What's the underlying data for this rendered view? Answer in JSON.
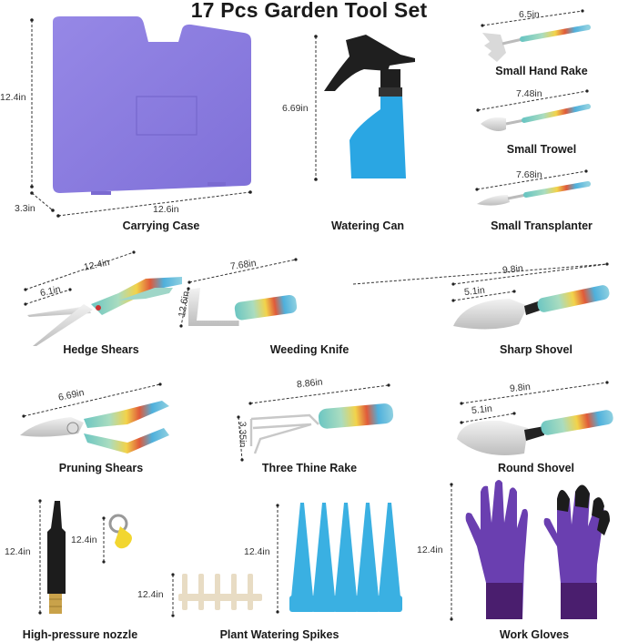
{
  "title": "17 Pcs Garden Tool Set",
  "colors": {
    "case_purple": "#8d7ee0",
    "bottle_blue": "#2aa6e3",
    "spike_blue": "#3ab0e2",
    "glove_purple": "#6a3fb0",
    "glove_cuff": "#4a1e6e",
    "metal": "#d8d8d8",
    "handle_teal": "#6cc6c2",
    "handle_yellow": "#f2d34a",
    "handle_red": "#e05a3a",
    "nozzle_black": "#1c1c1c",
    "brass": "#c9a24a",
    "connector_cream": "#e8dcc4",
    "key_yellow": "#f2d630"
  },
  "items": [
    {
      "name": "Carrying Case",
      "dims": [
        "12.4in",
        "3.3in",
        "12.6in"
      ]
    },
    {
      "name": "Watering Can",
      "dims": [
        "6.69in"
      ]
    },
    {
      "name": "Small Hand Rake",
      "dims": [
        "6.5in"
      ]
    },
    {
      "name": "Small Trowel",
      "dims": [
        "7.48in"
      ]
    },
    {
      "name": "Small Transplanter",
      "dims": [
        "7.68in"
      ]
    },
    {
      "name": "Hedge Shears",
      "dims": [
        "12.4in",
        "6.1in"
      ]
    },
    {
      "name": "Weeding Knife",
      "dims": [
        "7.68in",
        "12.6in"
      ]
    },
    {
      "name": "Sharp Shovel",
      "dims": [
        "9.8in",
        "5.1in"
      ]
    },
    {
      "name": "Pruning Shears",
      "dims": [
        "6.69in"
      ]
    },
    {
      "name": "Three Thine Rake",
      "dims": [
        "8.86in",
        "3.35in"
      ]
    },
    {
      "name": "Round Shovel",
      "dims": [
        "9.8in",
        "5.1in"
      ]
    },
    {
      "name": "High-pressure nozzle",
      "dims": [
        "12.4in",
        "12.4in"
      ]
    },
    {
      "name": "Plant Watering Spikes",
      "dims": [
        "12.4in",
        "12.4in"
      ]
    },
    {
      "name": "Work Gloves",
      "dims": [
        "12.4in"
      ]
    }
  ]
}
